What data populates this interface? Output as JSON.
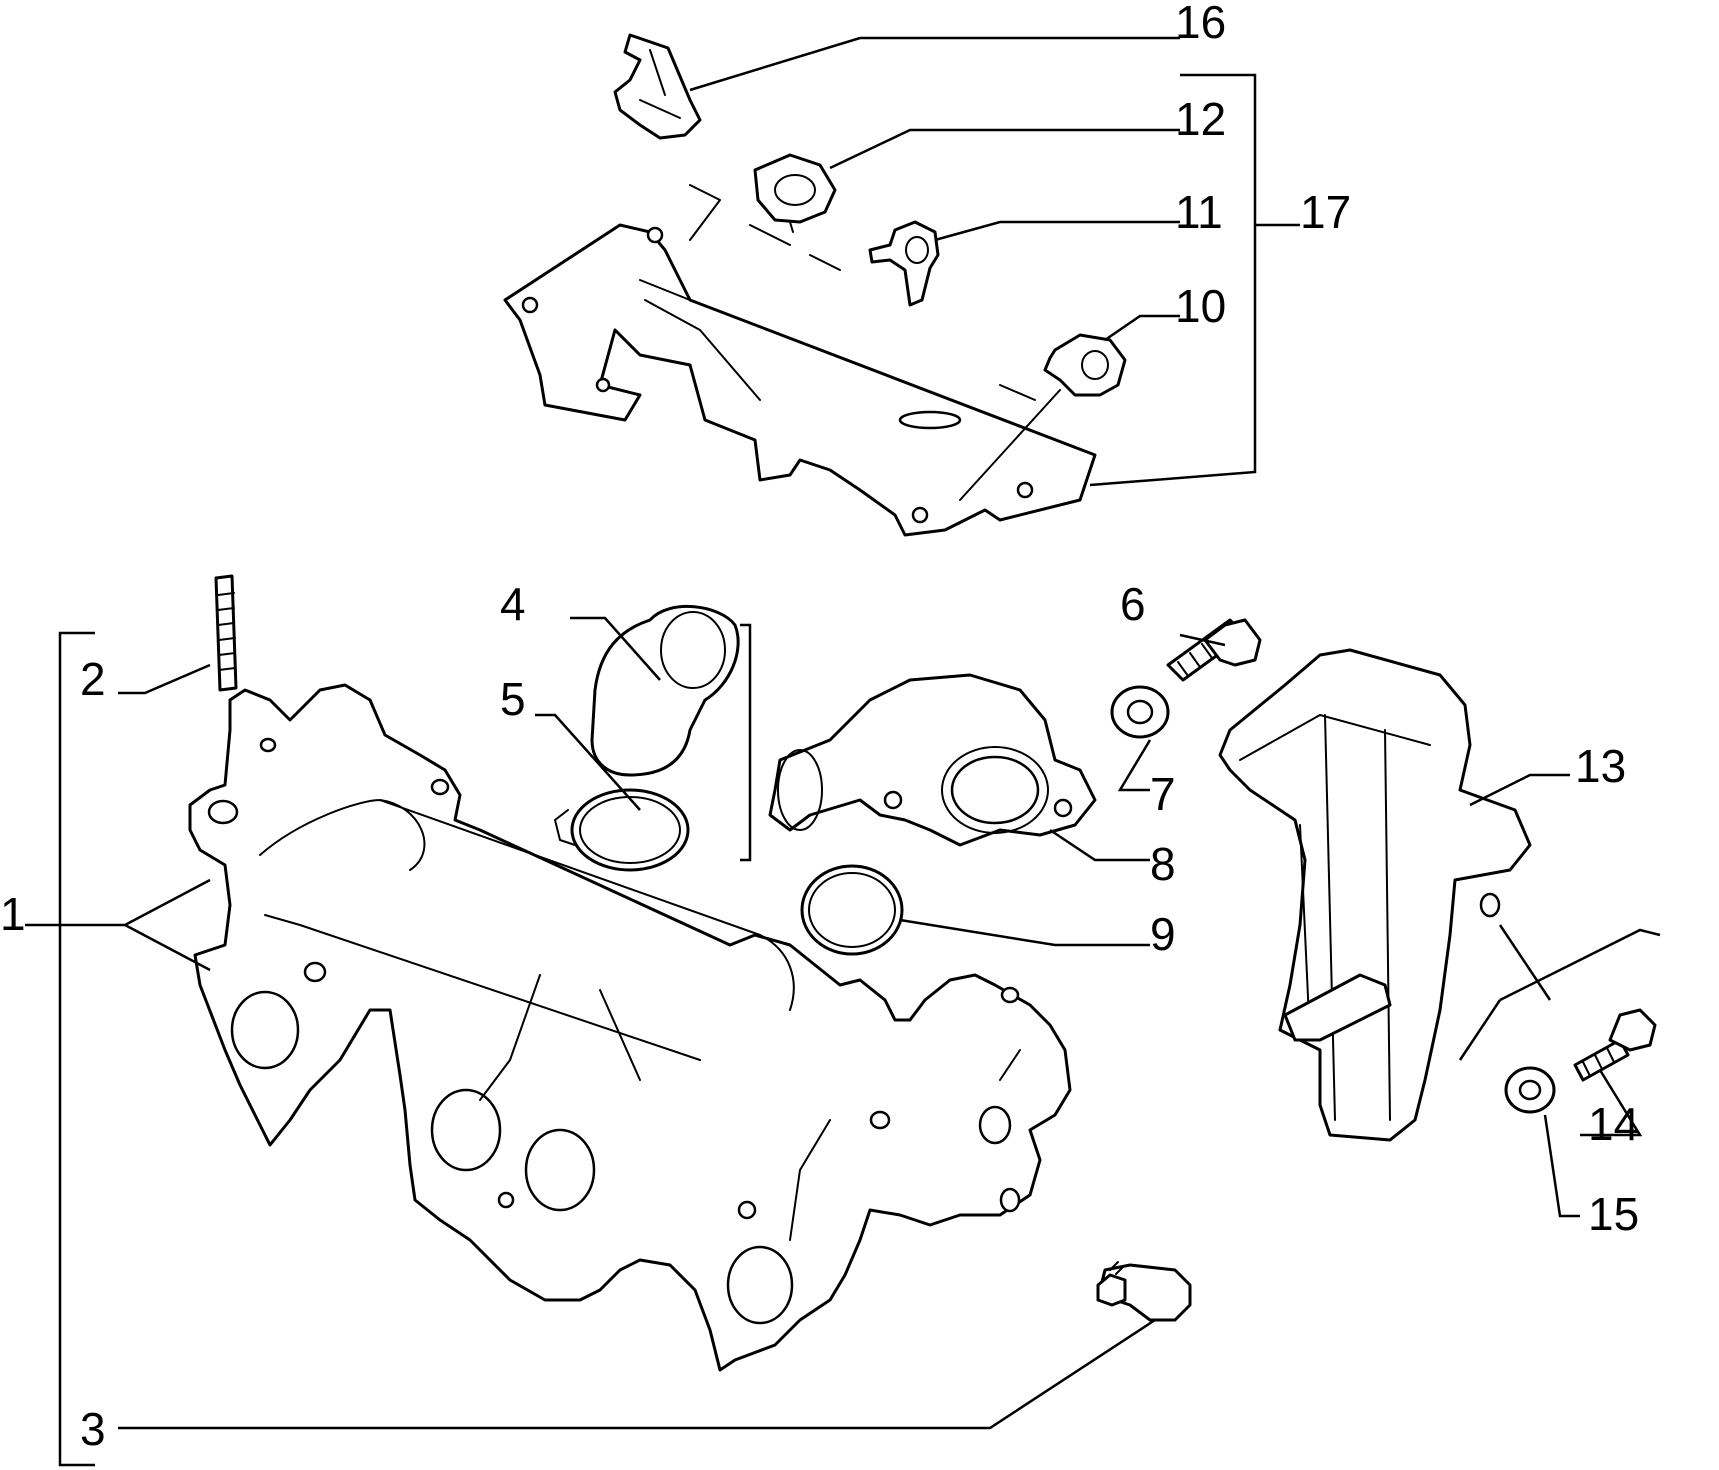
{
  "diagram": {
    "colors": {
      "ink": "#000000",
      "paper": "#ffffff"
    },
    "callouts": {
      "c1": "1",
      "c2": "2",
      "c3": "3",
      "c4": "4",
      "c5": "5",
      "c6": "6",
      "c7": "7",
      "c8": "8",
      "c9": "9",
      "c10": "10",
      "c11": "11",
      "c12": "12",
      "c13": "13",
      "c14": "14",
      "c15": "15",
      "c16": "16",
      "c17": "17"
    }
  }
}
